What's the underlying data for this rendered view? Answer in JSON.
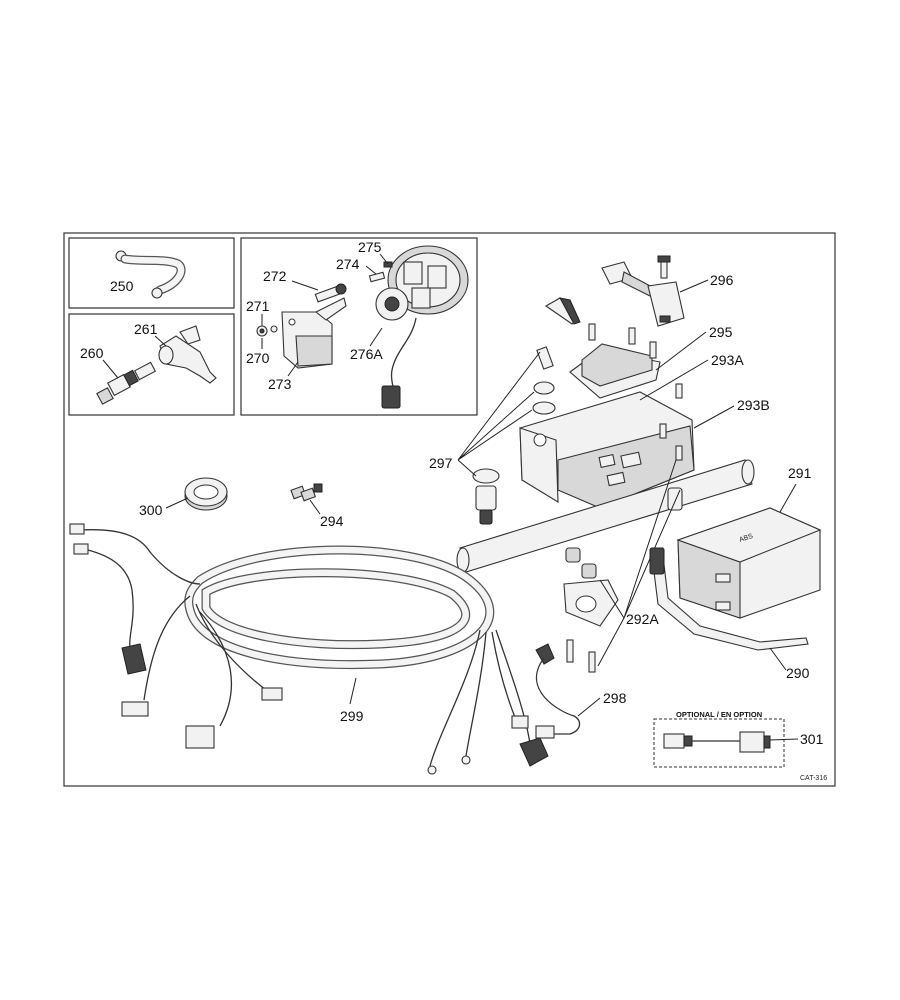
{
  "diagram": {
    "catalog_code": "CAT-316",
    "optional_caption": "OPTIONAL / EN OPTION",
    "labels": {
      "p250": "250",
      "p260": "260",
      "p261": "261",
      "p270": "270",
      "p271": "271",
      "p272": "272",
      "p273": "273",
      "p274": "274",
      "p275": "275",
      "p276A": "276A",
      "p290": "290",
      "p291": "291",
      "p292A": "292A",
      "p293A": "293A",
      "p293B": "293B",
      "p294": "294",
      "p295": "295",
      "p296": "296",
      "p297": "297",
      "p298": "298",
      "p299": "299",
      "p300": "300",
      "p301": "301"
    },
    "battery_mark": "ABS"
  }
}
